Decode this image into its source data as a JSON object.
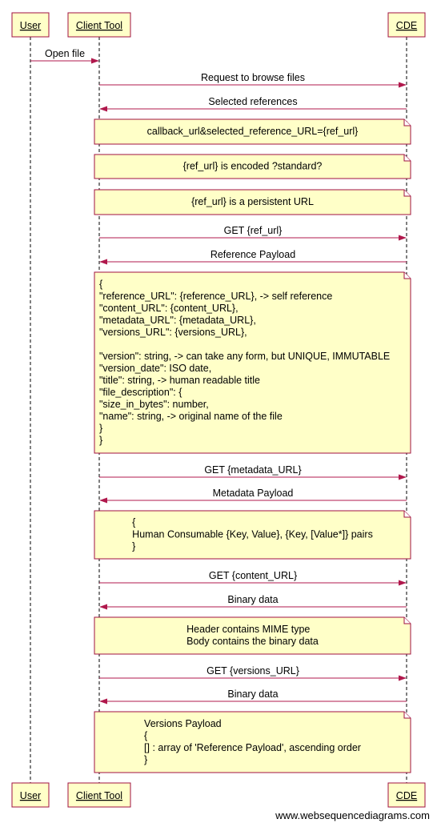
{
  "participants": [
    {
      "id": "user",
      "label": "User"
    },
    {
      "id": "client",
      "label": "Client Tool"
    },
    {
      "id": "cde",
      "label": "CDE"
    }
  ],
  "sequence": [
    {
      "kind": "message",
      "from": "user",
      "to": "client",
      "label": "Open file"
    },
    {
      "kind": "message",
      "from": "client",
      "to": "cde",
      "label": "Request to browse files"
    },
    {
      "kind": "message",
      "from": "cde",
      "to": "client",
      "label": "Selected references"
    },
    {
      "kind": "note",
      "align": "center",
      "lines": [
        "callback_url&selected_reference_URL={ref_url}"
      ]
    },
    {
      "kind": "note",
      "align": "center",
      "lines": [
        "{ref_url} is encoded ?standard?"
      ]
    },
    {
      "kind": "note",
      "align": "center",
      "lines": [
        "{ref_url} is a persistent URL"
      ]
    },
    {
      "kind": "message",
      "from": "client",
      "to": "cde",
      "label": "GET {ref_url}"
    },
    {
      "kind": "message",
      "from": "cde",
      "to": "client",
      "label": "Reference Payload"
    },
    {
      "kind": "note",
      "align": "left",
      "lines": [
        "{",
        "\"reference_URL\": {reference_URL}, -> self reference",
        "\"content_URL\": {content_URL},",
        "\"metadata_URL\": {metadata_URL},",
        "\"versions_URL\": {versions_URL},",
        "",
        "\"version\": string, -> can take any form, but UNIQUE, IMMUTABLE",
        "\"version_date\": ISO date,",
        "\"title\": string, -> human readable title",
        "\"file_description\": {",
        "\"size_in_bytes\": number,",
        "\"name\": string, -> original name of the file",
        "}",
        "}"
      ]
    },
    {
      "kind": "message",
      "from": "client",
      "to": "cde",
      "label": "GET {metadata_URL}"
    },
    {
      "kind": "message",
      "from": "cde",
      "to": "client",
      "label": "Metadata Payload"
    },
    {
      "kind": "note",
      "align": "block",
      "lines": [
        "{",
        "Human Consumable {Key, Value}, {Key, [Value*]} pairs",
        "}"
      ]
    },
    {
      "kind": "message",
      "from": "client",
      "to": "cde",
      "label": "GET {content_URL}"
    },
    {
      "kind": "message",
      "from": "cde",
      "to": "client",
      "label": "Binary data"
    },
    {
      "kind": "note",
      "align": "block",
      "lines": [
        "Header contains MIME type",
        "Body contains the binary data"
      ]
    },
    {
      "kind": "message",
      "from": "client",
      "to": "cde",
      "label": "GET {versions_URL}"
    },
    {
      "kind": "message",
      "from": "cde",
      "to": "client",
      "label": "Binary data"
    },
    {
      "kind": "note",
      "align": "block",
      "lines": [
        "Versions Payload",
        "{",
        "[] : array of 'Reference Payload', ascending order",
        "}"
      ]
    }
  ],
  "watermark": "www.websequencediagrams.com"
}
